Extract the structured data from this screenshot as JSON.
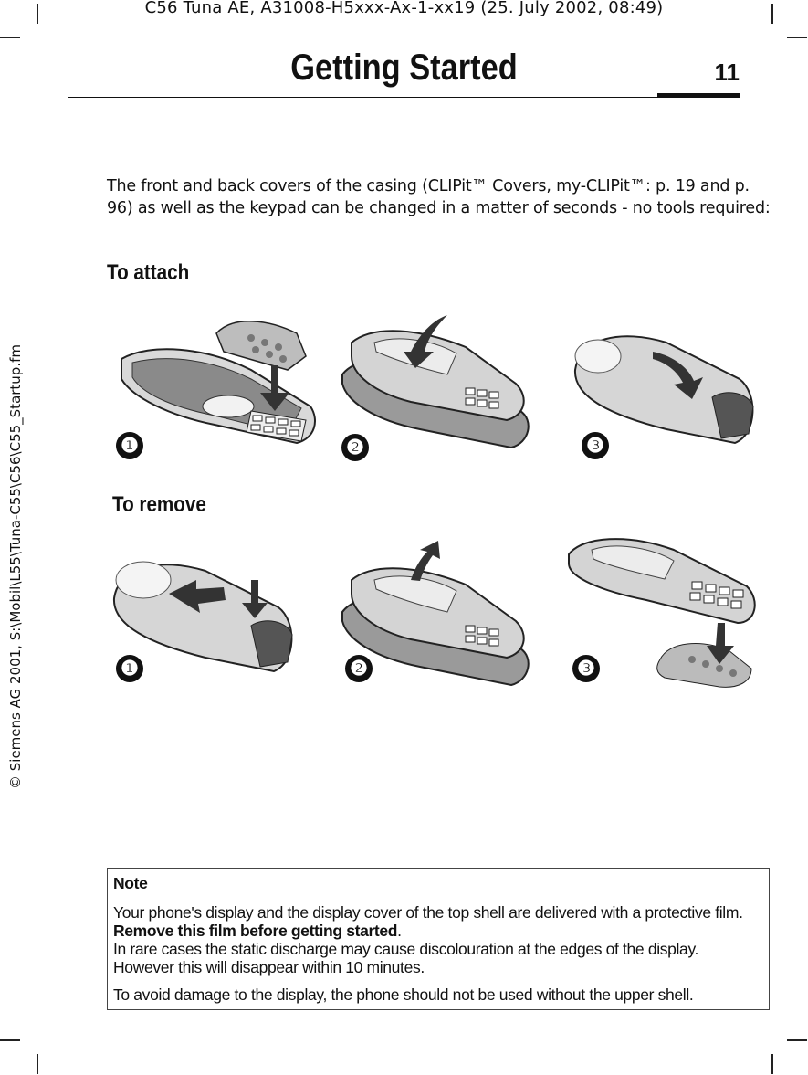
{
  "header": {
    "doc_line": "C56 Tuna AE, A31008-H5xxx-Ax-1-xx19 (25. July 2002, 08:49)",
    "page_title": "Getting Started",
    "page_number": "11"
  },
  "side_text": "© Siemens AG 2001, S:\\Mobil\\L55\\Tuna-C55\\C56\\C55_Startup.fm",
  "intro": "The front and back covers of the casing (CLIPit™ Covers, my-CLIPit™: p. 19 and p. 96) as well as the keypad can be changed in a matter of seconds - no tools required:",
  "attach": {
    "heading": "To attach",
    "steps": [
      "❶",
      "❷",
      "❸"
    ]
  },
  "remove": {
    "heading": "To remove",
    "steps": [
      "❶",
      "❷",
      "❸"
    ]
  },
  "note": {
    "title": "Note",
    "line1": "Your phone's display and the display cover of the top shell are delivered with a protective film.",
    "line1_bold": "Remove this film before getting started",
    "line1_end": ".",
    "line2": "In rare cases the static discharge may cause discolouration at the edges of the display. However this will disappear within 10 minutes.",
    "line3": "To avoid damage to the display, the phone should not be used without the upper shell."
  }
}
